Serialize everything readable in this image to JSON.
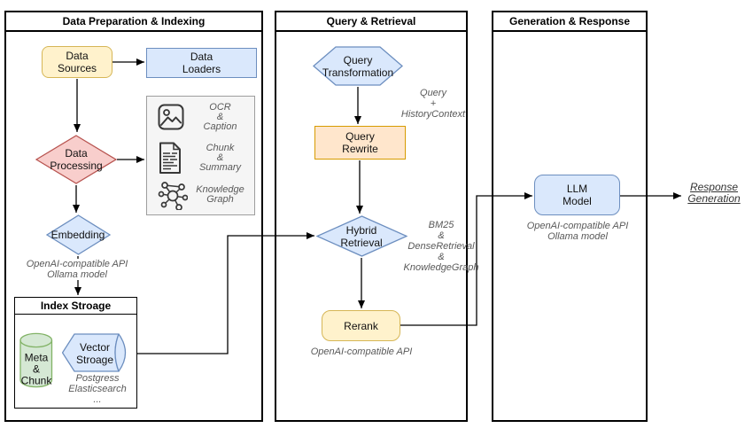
{
  "palette": {
    "yellow_fill": "#FFF2CC",
    "yellow_stroke": "#D6B656",
    "blue_fill": "#DAE8FC",
    "blue_stroke": "#6C8EBF",
    "red_fill": "#F8CECC",
    "red_stroke": "#B85450",
    "green_fill": "#D5E8D4",
    "green_stroke": "#82B366",
    "orange_fill": "#FFE6CC",
    "orange_stroke": "#D79B00",
    "panel_fill": "#F5F5F5",
    "panel_stroke": "#9E9E9E",
    "line_color": "#000000",
    "annotation_color": "#595959"
  },
  "sections": [
    {
      "title": "Data Preparation & Indexing"
    },
    {
      "title": "Query & Retrieval"
    },
    {
      "title": "Generation & Response"
    }
  ],
  "nodes": {
    "data_sources": {
      "label": "Data\nSources"
    },
    "data_loaders": {
      "label": "Data\nLoaders"
    },
    "data_processing": {
      "label": "Data\nProcessing"
    },
    "processing_outputs": [
      {
        "icon": "image-icon",
        "label": "OCR\n&\nCaption"
      },
      {
        "icon": "document-icon",
        "label": "Chunk\n&\nSummary"
      },
      {
        "icon": "knowledge-graph-icon",
        "label": "Knowledge\nGraph"
      }
    ],
    "embedding": {
      "label": "Embedding",
      "note": "OpenAI-compatible API\nOllama model"
    },
    "index_storage": {
      "title": "Index Stroage"
    },
    "meta_chunk": {
      "label": "Meta\n&\nChunk"
    },
    "vector_storage": {
      "label": "Vector\nStroage",
      "note": "Postgress\nElasticsearch\n..."
    },
    "query_transformation": {
      "label": "Query\nTransformation"
    },
    "query_rewrite": {
      "label": "Query\nRewrite"
    },
    "hybrid_retrieval": {
      "label": "Hybrid\nRetrieval",
      "note": "BM25\n&\nDenseRetrieval\n&\nKnowledgeGraph"
    },
    "rerank": {
      "label": "Rerank",
      "note": "OpenAI-compatible API"
    },
    "llm_model": {
      "label": "LLM\nModel",
      "note": "OpenAI-compatible API\nOllama model"
    }
  },
  "edge_labels": {
    "query_history": "Query\n+\nHistoryContext",
    "response_generation": "Response\nGeneration"
  }
}
